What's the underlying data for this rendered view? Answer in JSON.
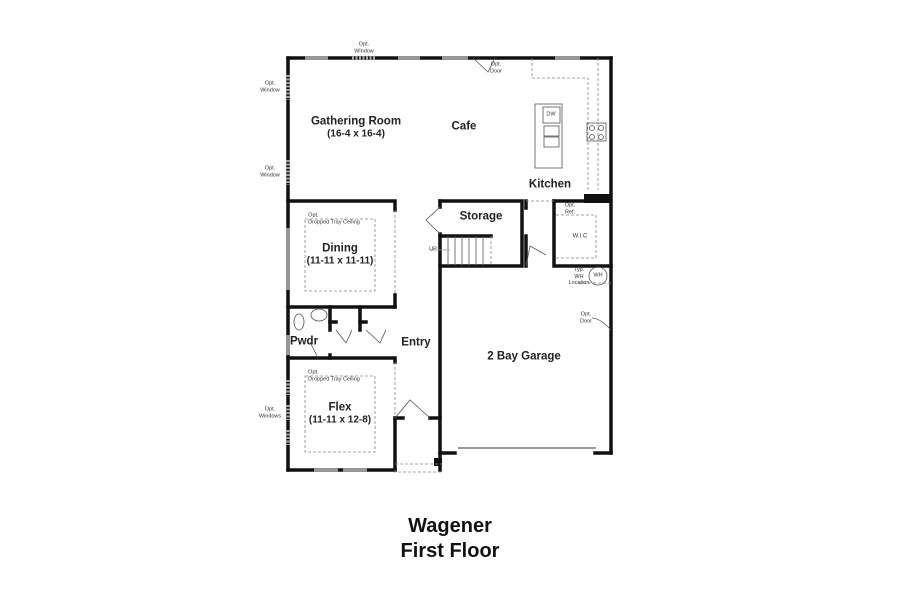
{
  "plan": {
    "name": "Wagener",
    "floor": "First Floor"
  },
  "rooms": {
    "gathering": {
      "name": "Gathering Room",
      "dims": "(16-4 x 16-4)"
    },
    "cafe": {
      "name": "Cafe"
    },
    "kitchen": {
      "name": "Kitchen"
    },
    "storage": {
      "name": "Storage"
    },
    "dining": {
      "name": "Dining",
      "dims": "(11-11 x 11-11)"
    },
    "pwdr": {
      "name": "Pwdr"
    },
    "entry": {
      "name": "Entry"
    },
    "garage": {
      "name": "2 Bay Garage"
    },
    "flex": {
      "name": "Flex",
      "dims": "(11-11 x 12-8)"
    },
    "wic": {
      "name": "W.I.C"
    }
  },
  "annotations": {
    "opt_window_top": [
      "Opt.",
      "Window"
    ],
    "opt_window_left_upper": [
      "Opt.",
      "Window"
    ],
    "opt_window_left_lower": [
      "Opt.",
      "Window"
    ],
    "opt_door_top": [
      "Opt.",
      "Door"
    ],
    "opt_door_garage": [
      "Opt.",
      "Door"
    ],
    "opt_windows_flex": [
      "Opt.",
      "Windows"
    ],
    "dining_ceiling": [
      "Opt.",
      "Dropped Tray Ceiling"
    ],
    "flex_ceiling": [
      "Opt.",
      "Dropped Tray Ceiling"
    ],
    "opt_ref": [
      "Opt.",
      "Ref."
    ],
    "wh_location": [
      "Typ.",
      "WH",
      "Location"
    ],
    "wh": "WH",
    "dw": "DW",
    "stairs_up": "UP"
  }
}
